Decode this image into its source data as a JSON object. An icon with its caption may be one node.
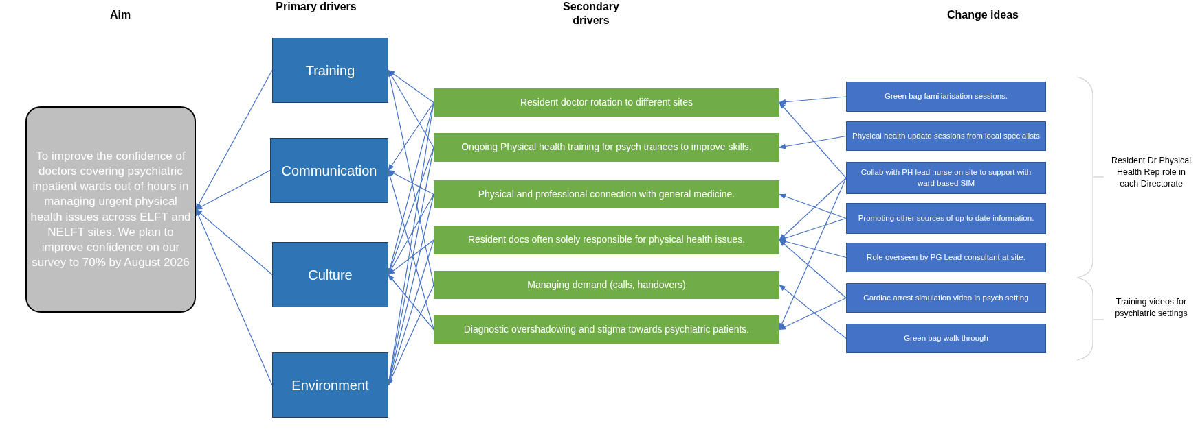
{
  "diagram": {
    "nodes": [
      {
        "text": [
          "To improve the confidence of doctors covering psychiatric inpatient wards out of hours in managing urgent physical health issues across ELFT and NELFT sites. We plan to improve confidence on our survey to 70% by August 2026"
        ]
      },
      {
        "text": [
          "Training"
        ]
      },
      {
        "text": [
          "Communication"
        ]
      },
      {
        "text": [
          "Culture"
        ]
      },
      {
        "text": [
          "Environment"
        ]
      },
      {
        "text": [
          "Resident doctor rotation to different sites"
        ]
      },
      {
        "text": [
          "Ongoing Physical health training for psych trainees to improve skills."
        ]
      },
      {
        "text": [
          "Physical and professional connection with general medicine."
        ]
      },
      {
        "text": [
          "Resident docs often solely responsible for physical health issues."
        ]
      },
      {
        "text": [
          "Managing demand (calls, handovers)"
        ]
      },
      {
        "text": [
          "Diagnostic overshadowing and stigma towards psychiatric patients."
        ]
      },
      {
        "text": [
          "Green bag familiarisation sessions."
        ]
      },
      {
        "text": [
          "Physical health update sessions from local specialists"
        ]
      },
      {
        "text": [
          "Collab with PH lead nurse on site to support with ward based SIM"
        ]
      },
      {
        "text": [
          "Promoting other sources of up to date information."
        ]
      },
      {
        "text": [
          "Role overseen by PG Lead consultant at site."
        ]
      },
      {
        "text": [
          "Cardiac arrest simulation video in psych setting"
        ]
      },
      {
        "text": [
          "Green bag walk through"
        ]
      }
    ],
    "edges": [
      {
        "from": 1,
        "to": 0,
        "arrow": "to"
      },
      {
        "from": 2,
        "to": 0,
        "arrow": "to"
      },
      {
        "from": 3,
        "to": 0,
        "arrow": "to"
      },
      {
        "from": 4,
        "to": 0,
        "arrow": "to"
      },
      {
        "from": 5,
        "to": 1,
        "arrow": "to"
      },
      {
        "from": 6,
        "to": 1,
        "arrow": "to"
      },
      {
        "from": 9,
        "to": 1,
        "arrow": "to"
      },
      {
        "from": 5,
        "to": 2,
        "arrow": "to"
      },
      {
        "from": 7,
        "to": 2,
        "arrow": "to"
      },
      {
        "from": 10,
        "to": 2,
        "arrow": "to"
      },
      {
        "from": 5,
        "to": 3,
        "arrow": "to"
      },
      {
        "from": 6,
        "to": 3,
        "arrow": "to"
      },
      {
        "from": 7,
        "to": 3,
        "arrow": "to"
      },
      {
        "from": 8,
        "to": 3,
        "arrow": "to"
      },
      {
        "from": 10,
        "to": 3,
        "arrow": "to"
      },
      {
        "from": 5,
        "to": 4,
        "arrow": "to"
      },
      {
        "from": 6,
        "to": 4,
        "arrow": "to"
      },
      {
        "from": 7,
        "to": 4,
        "arrow": "to"
      },
      {
        "from": 8,
        "to": 4,
        "arrow": "to"
      },
      {
        "from": 9,
        "to": 4,
        "arrow": "to"
      },
      {
        "from": 11,
        "to": 5,
        "arrow": "to"
      },
      {
        "from": 12,
        "to": 6,
        "arrow": "to"
      },
      {
        "from": 13,
        "to": 5,
        "arrow": "to"
      },
      {
        "from": 13,
        "to": 8,
        "arrow": "to"
      },
      {
        "from": 13,
        "to": 10,
        "arrow": "to"
      },
      {
        "from": 14,
        "to": 7,
        "arrow": "to"
      },
      {
        "from": 14,
        "to": 8,
        "arrow": "to"
      },
      {
        "from": 15,
        "to": 8,
        "arrow": "to"
      },
      {
        "from": 16,
        "to": 8,
        "arrow": "to"
      },
      {
        "from": 16,
        "to": 10,
        "arrow": "to"
      },
      {
        "from": 17,
        "to": 9,
        "arrow": "to"
      }
    ],
    "labels": [
      "Aim",
      "Primary drivers",
      "Secondary drivers",
      "Change ideas",
      "Resident Dr Physical Health Rep role in each Directorate",
      "Training videos for psychiatric settings"
    ]
  }
}
